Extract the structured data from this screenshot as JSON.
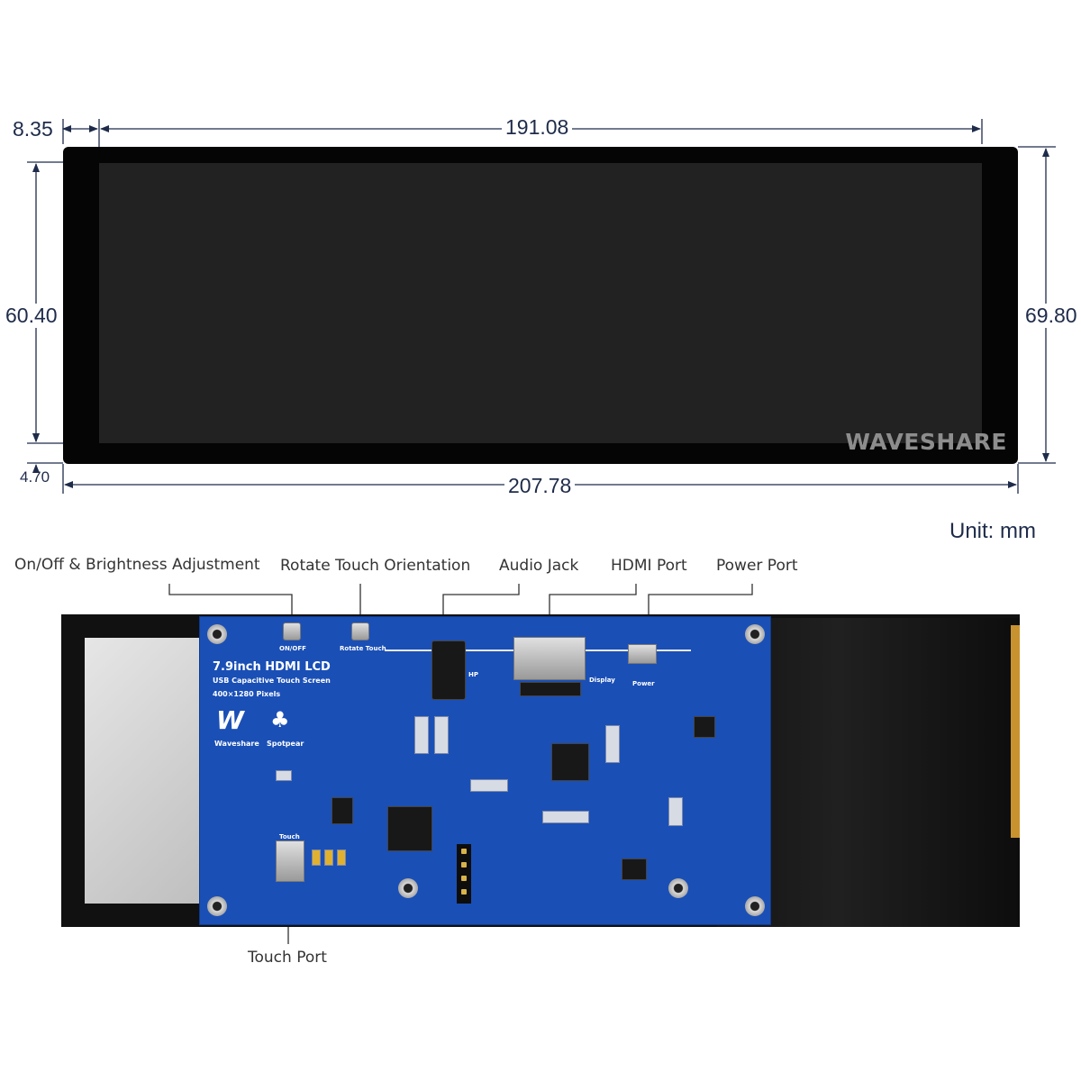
{
  "dimensions": {
    "bezel_left": "8.35",
    "screen_width": "191.08",
    "screen_height": "60.40",
    "total_height": "69.80",
    "bezel_bottom": "4.70",
    "total_width": "207.78",
    "unit": "Unit: mm"
  },
  "front": {
    "brand": "WAVESHARE"
  },
  "callouts": {
    "power_switch": "On/Off & Brightness Adjustment",
    "rotate_touch": "Rotate Touch Orientation",
    "audio_jack": "Audio Jack",
    "hdmi_port": "HDMI Port",
    "power_port": "Power Port",
    "touch_port": "Touch Port"
  },
  "pcb": {
    "title": "7.9inch HDMI LCD",
    "subtitle": "USB Capacitive Touch Screen",
    "resolution": "400×1280 Pixels",
    "logo1": "Waveshare",
    "logo2": "Spotpear",
    "label_onoff": "ON/OFF",
    "label_rotate": "Rotate Touch",
    "label_hp": "HP",
    "label_display": "Display",
    "label_power": "Power",
    "label_touch": "Touch"
  },
  "colors": {
    "pcb_blue": "#1a4fb6",
    "dimension_text": "#1e2b4a"
  }
}
